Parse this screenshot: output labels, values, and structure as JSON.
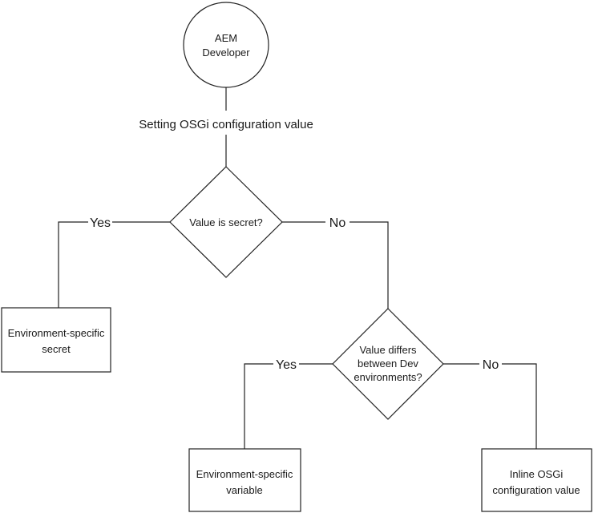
{
  "diagram": {
    "start_node": {
      "line1": "AEM",
      "line2": "Developer"
    },
    "title": "Setting OSGi configuration value",
    "decision_secret": {
      "text": "Value is secret?"
    },
    "decision_secret_yes": "Yes",
    "decision_secret_no": "No",
    "decision_differs": {
      "line1": "Value differs",
      "line2": "between Dev",
      "line3": "environments?"
    },
    "decision_differs_yes": "Yes",
    "decision_differs_no": "No",
    "result_secret": {
      "line1": "Environment-specific",
      "line2": "secret"
    },
    "result_variable": {
      "line1": "Environment-specific",
      "line2": "variable"
    },
    "result_inline": {
      "line1": "Inline OSGi",
      "line2": "configuration value"
    }
  }
}
